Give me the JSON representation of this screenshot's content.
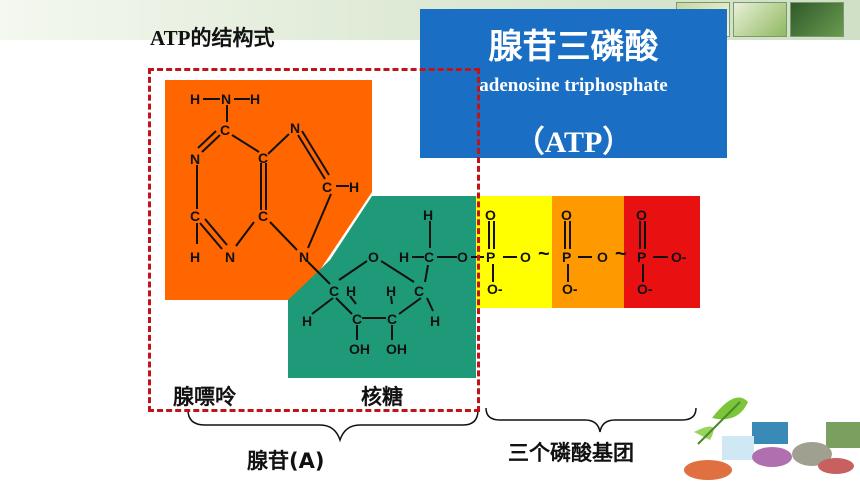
{
  "header": {
    "heading": "ATP的结构式"
  },
  "title_box": {
    "chinese": "腺苷三磷酸",
    "english": "adenosine triphosphate",
    "abbr": "（ATP）"
  },
  "labels": {
    "adenine": "腺嘌呤",
    "ribose": "核糖",
    "adenosine": "腺苷(A)",
    "phosphates": "三个磷酸基团"
  },
  "colors": {
    "title_box": "#1a6fc4",
    "adenine_block": "#ff6600",
    "ribose_block": "#1e9a78",
    "phosphate_1": "#ffff00",
    "phosphate_2": "#ff9900",
    "phosphate_3": "#e81010",
    "dash_border": "#c0141a"
  },
  "atoms": {
    "H": "H",
    "N": "N",
    "C": "C",
    "O": "O",
    "P": "P",
    "OH": "OH",
    "O_minus": "O-",
    "high_energy_bond": "~"
  }
}
